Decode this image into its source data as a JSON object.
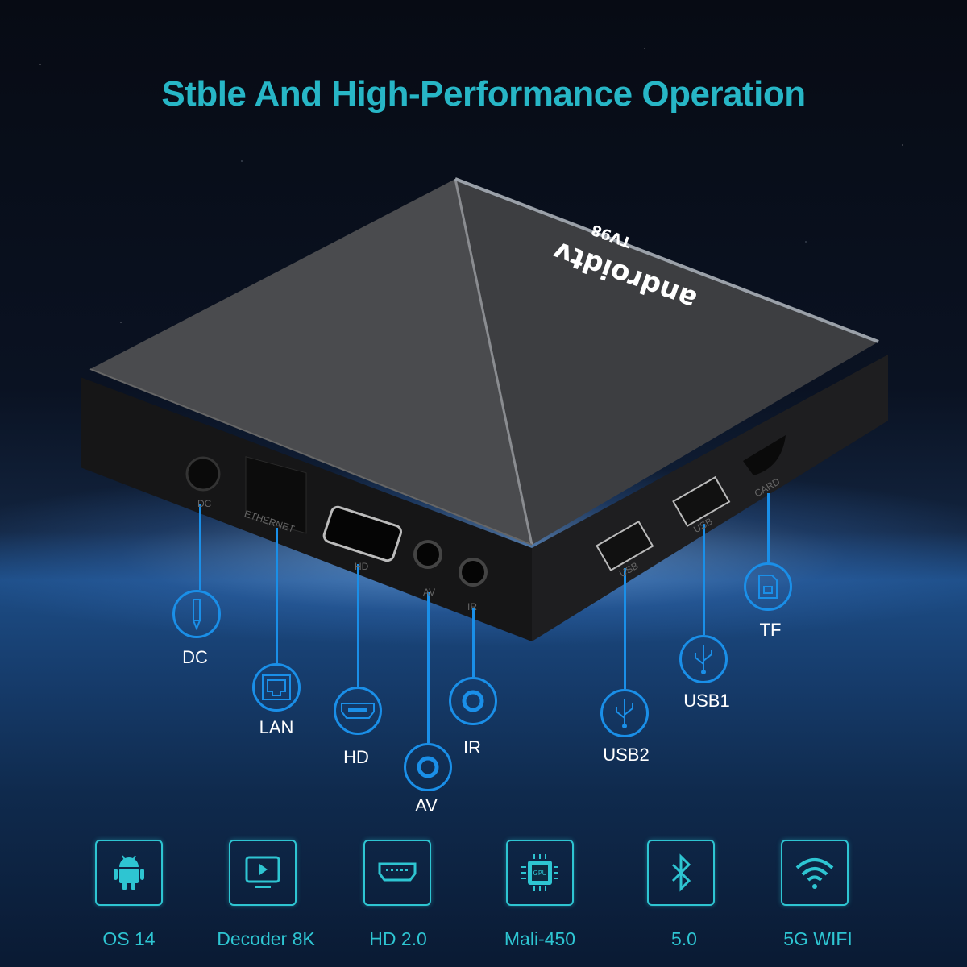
{
  "title": "Stble And High-Performance Operation",
  "device": {
    "logo": "androidtv",
    "model": "TV98",
    "port_labels": [
      "DC",
      "ETHERNET",
      "HD",
      "AV",
      "IR",
      "USB",
      "USB",
      "CARD"
    ]
  },
  "callouts": [
    {
      "label": "DC",
      "icon": "dc-plug-icon"
    },
    {
      "label": "LAN",
      "icon": "ethernet-port-icon"
    },
    {
      "label": "HD",
      "icon": "hdmi-port-icon"
    },
    {
      "label": "AV",
      "icon": "av-jack-icon"
    },
    {
      "label": "IR",
      "icon": "ir-receiver-icon"
    },
    {
      "label": "USB2",
      "icon": "usb-icon"
    },
    {
      "label": "USB1",
      "icon": "usb-icon"
    },
    {
      "label": "TF",
      "icon": "sd-card-icon"
    }
  ],
  "features": [
    {
      "label": "OS 14",
      "icon": "android-icon"
    },
    {
      "label": "Decoder 8K",
      "icon": "video-play-icon"
    },
    {
      "label": "HD 2.0",
      "icon": "hdmi-icon"
    },
    {
      "label": "Mali-450",
      "icon": "gpu-chip-icon"
    },
    {
      "label": "5.0",
      "icon": "bluetooth-icon"
    },
    {
      "label": "5G WIFI",
      "icon": "wifi-icon"
    }
  ],
  "colors": {
    "title": "#27b6c6",
    "callout": "#1a8fe8",
    "feature": "#2ec5d2"
  }
}
